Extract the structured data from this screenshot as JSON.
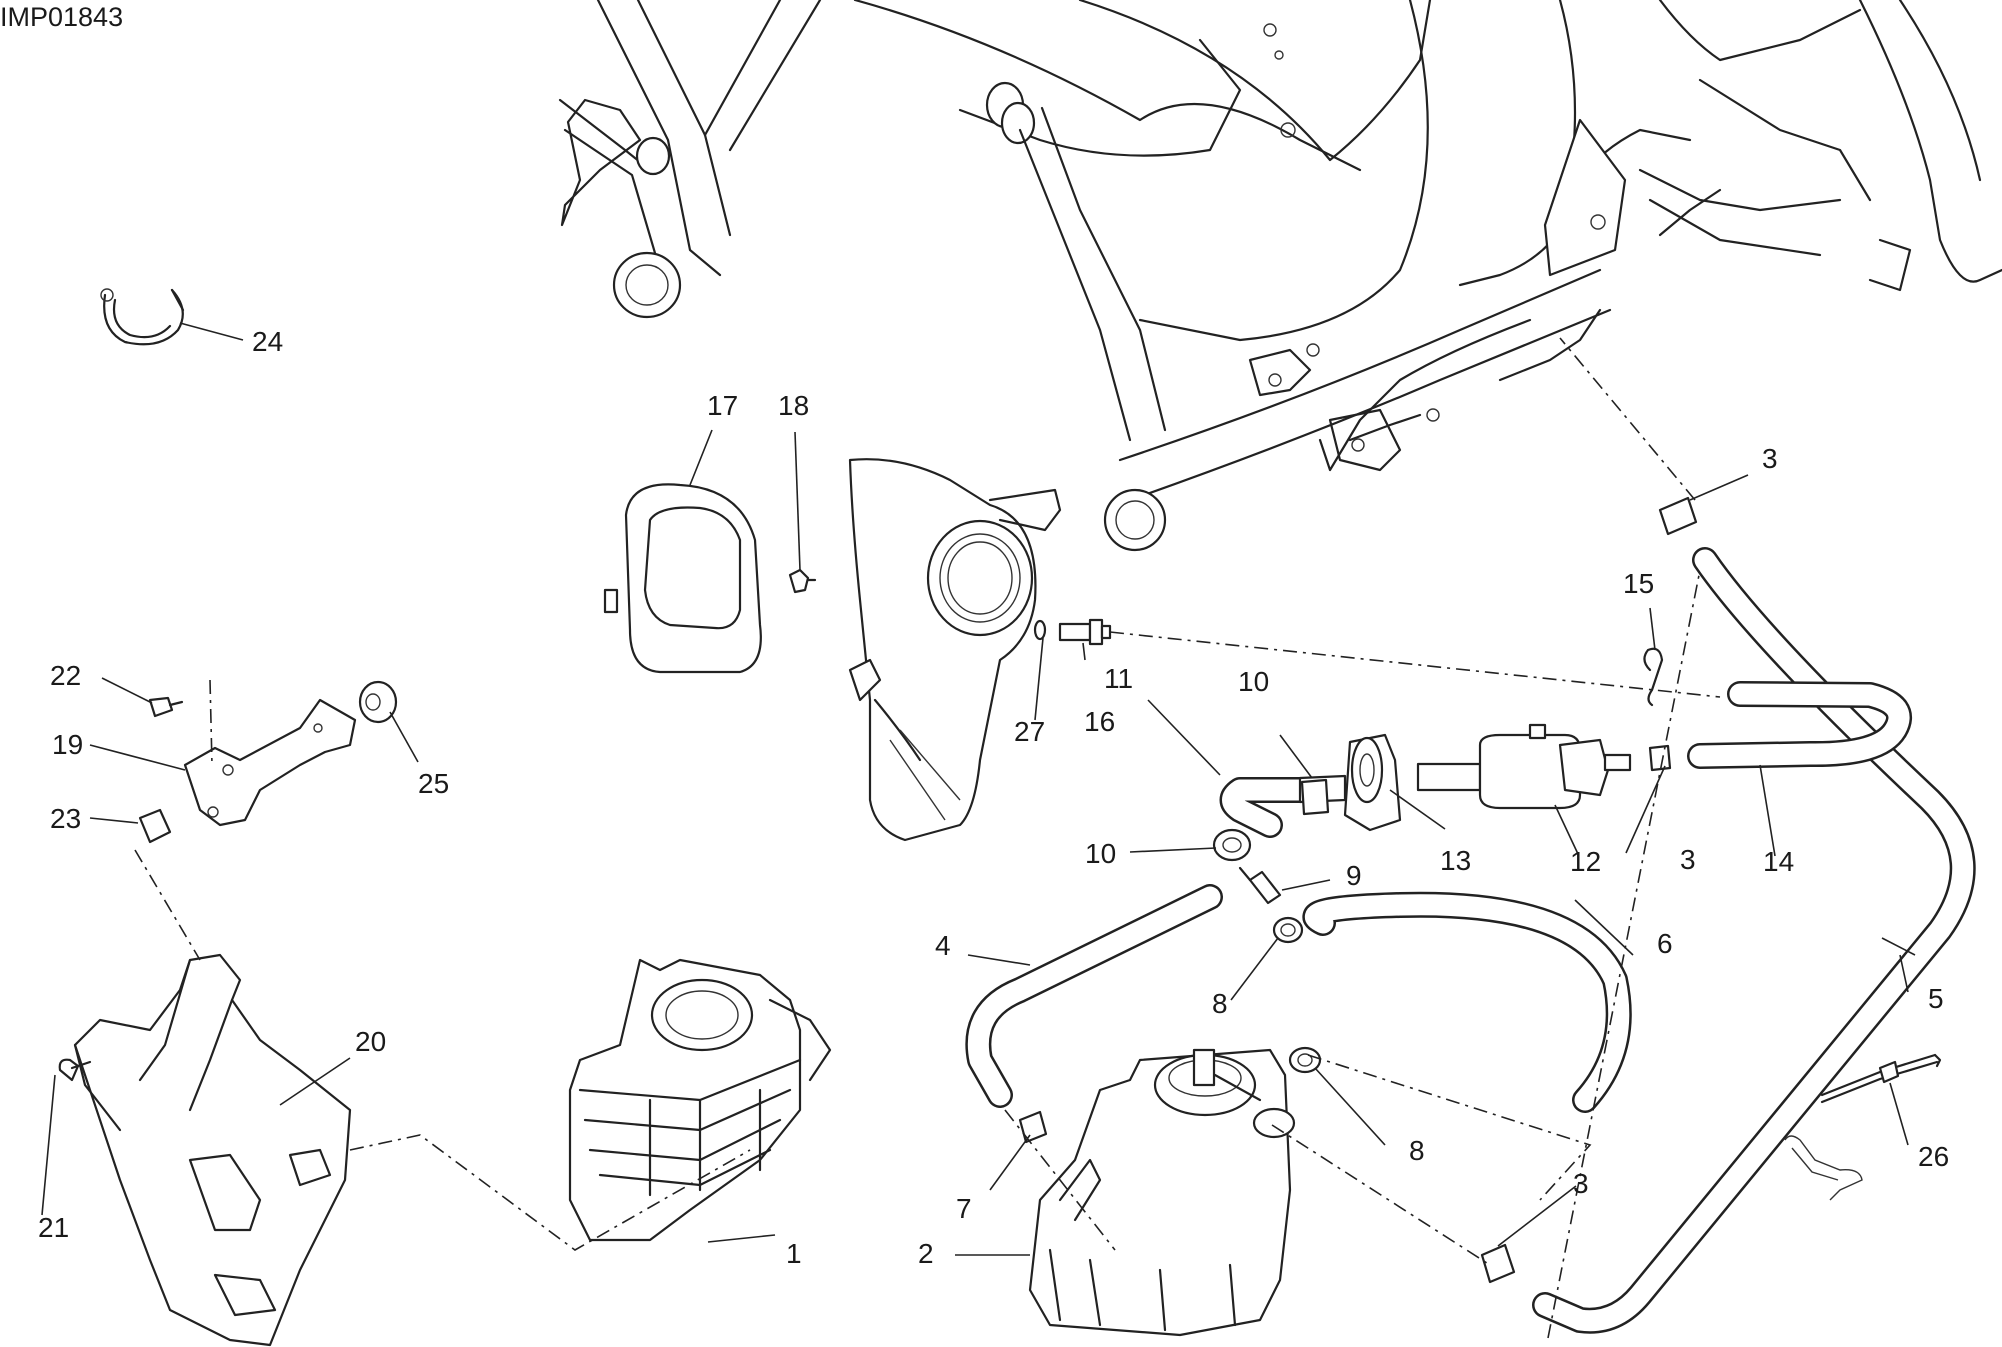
{
  "drawing_id": "IMP01843",
  "callouts": [
    {
      "id": "ref-1",
      "label": "1"
    },
    {
      "id": "ref-2",
      "label": "2"
    },
    {
      "id": "ref-3a",
      "label": "3"
    },
    {
      "id": "ref-3b",
      "label": "3"
    },
    {
      "id": "ref-3c",
      "label": "3"
    },
    {
      "id": "ref-4",
      "label": "4"
    },
    {
      "id": "ref-5",
      "label": "5"
    },
    {
      "id": "ref-6",
      "label": "6"
    },
    {
      "id": "ref-7",
      "label": "7"
    },
    {
      "id": "ref-8a",
      "label": "8"
    },
    {
      "id": "ref-8b",
      "label": "8"
    },
    {
      "id": "ref-9",
      "label": "9"
    },
    {
      "id": "ref-10a",
      "label": "10"
    },
    {
      "id": "ref-10b",
      "label": "10"
    },
    {
      "id": "ref-11",
      "label": "11"
    },
    {
      "id": "ref-12",
      "label": "12"
    },
    {
      "id": "ref-13",
      "label": "13"
    },
    {
      "id": "ref-14",
      "label": "14"
    },
    {
      "id": "ref-15",
      "label": "15"
    },
    {
      "id": "ref-16",
      "label": "16"
    },
    {
      "id": "ref-17",
      "label": "17"
    },
    {
      "id": "ref-18",
      "label": "18"
    },
    {
      "id": "ref-19",
      "label": "19"
    },
    {
      "id": "ref-20",
      "label": "20"
    },
    {
      "id": "ref-21",
      "label": "21"
    },
    {
      "id": "ref-22",
      "label": "22"
    },
    {
      "id": "ref-23",
      "label": "23"
    },
    {
      "id": "ref-24",
      "label": "24"
    },
    {
      "id": "ref-25",
      "label": "25"
    },
    {
      "id": "ref-26",
      "label": "26"
    },
    {
      "id": "ref-27",
      "label": "27"
    }
  ]
}
